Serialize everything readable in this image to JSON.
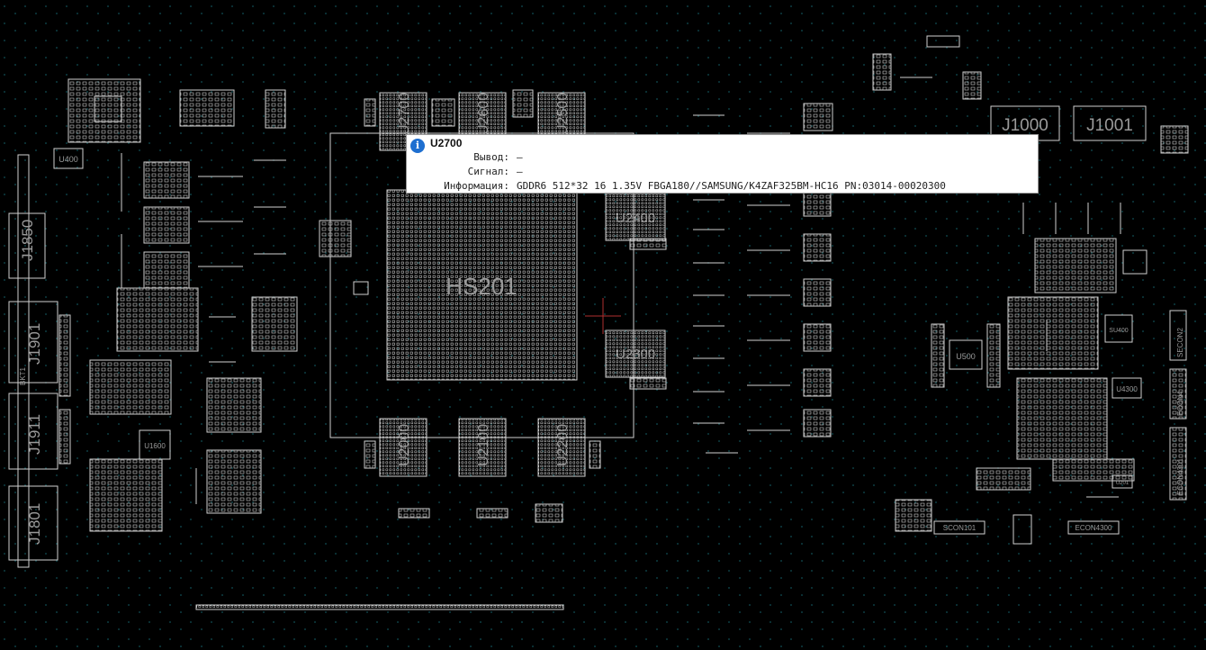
{
  "tooltip": {
    "title": "U2700",
    "rows": [
      {
        "label": "Вывод:",
        "value": "—"
      },
      {
        "label": "Сигнал:",
        "value": "—"
      },
      {
        "label": "Информация:",
        "value": "GDDR6 512*32 16 1.35V FBGA180//SAMSUNG/K4ZAF325BM-HC16 PN:03014-00020300"
      }
    ]
  },
  "labels": {
    "hs201": "HS201",
    "u2700": "U2700",
    "u2600": "U2600",
    "u2500": "U2500",
    "u2400": "U2400",
    "u2300": "U2300",
    "u2000": "U2000",
    "u2100": "U2100",
    "u2200": "U2200",
    "j1000": "J1000",
    "j1001": "J1001",
    "j1850": "J1850",
    "j1901": "J1901",
    "j1911": "J1911",
    "j1801": "J1801",
    "u400": "U400",
    "u1600": "U1600",
    "u500": "U500",
    "u4300": "U4300",
    "su400": "SU400",
    "scon101": "SCON101",
    "econ4300": "ECON4300",
    "secon2": "SECON2",
    "econ4": "ECON4",
    "econ4301": "ECON4301",
    "bkt1": "BKT1",
    "u201": "U201"
  },
  "colors": {
    "background": "#000000",
    "silkscreen": "#cfcfcf",
    "via": "#1f8f9a",
    "cursor": "#b03030",
    "info_icon": "#1e6fd0"
  }
}
